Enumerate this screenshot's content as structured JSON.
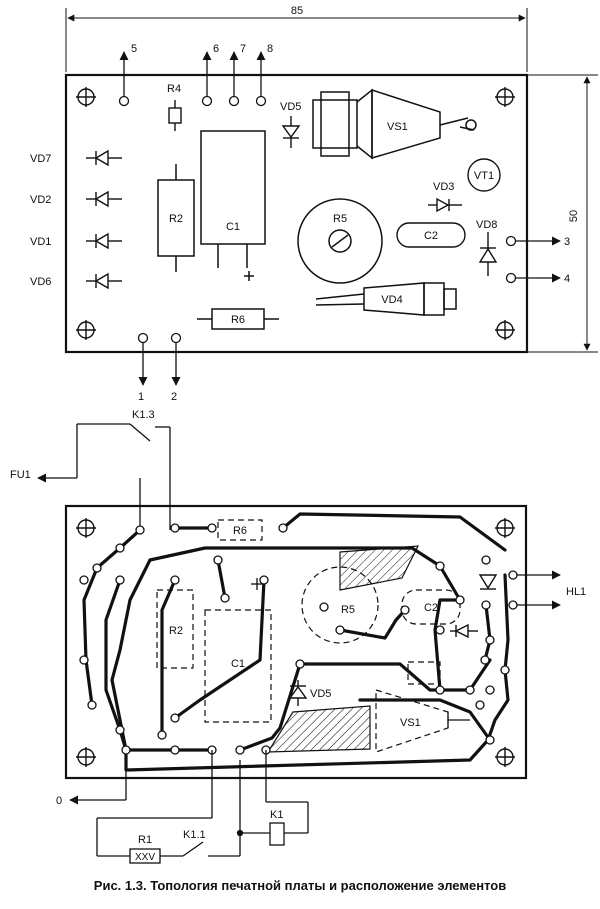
{
  "dimensions": {
    "width": "85",
    "height": "50"
  },
  "pins": [
    "5",
    "6",
    "7",
    "8",
    "3",
    "4",
    "1",
    "2"
  ],
  "components": {
    "r4": "R4",
    "vd5": "VD5",
    "vs1": "VS1",
    "vt1": "VT1",
    "vd3": "VD3",
    "vd7": "VD7",
    "vd2": "VD2",
    "vd1": "VD1",
    "vd6": "VD6",
    "vd8": "VD8",
    "r2": "R2",
    "c1": "C1",
    "r5": "R5",
    "c2": "C2",
    "vd4": "VD4",
    "r6": "R6"
  },
  "bottom": {
    "k13": "K1.3",
    "fu1": "FU1",
    "r6": "R6",
    "hl1": "HL1",
    "r5": "R5",
    "c2": "C2",
    "r2": "R2",
    "c1": "C1",
    "vd5": "VD5",
    "vs1": "VS1",
    "zero": "0",
    "r1": "R1",
    "k11": "K1.1",
    "k1": "K1",
    "r1_value": "XXV"
  },
  "caption": "Рис. 1.3. Топология печатной платы и расположение элементов"
}
